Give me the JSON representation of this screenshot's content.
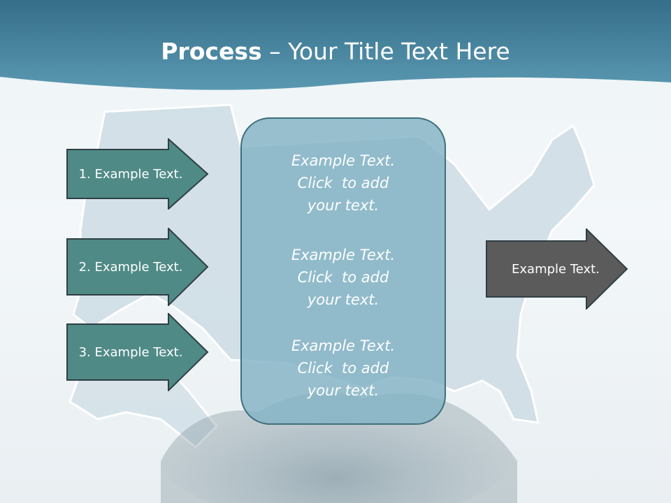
{
  "slide": {
    "title_bold": "Process",
    "title_rest": " – Your Title Text Here"
  },
  "left_arrows": [
    {
      "label": "1. Example Text."
    },
    {
      "label": "2. Example Text."
    },
    {
      "label": "3. Example Text."
    }
  ],
  "center_blocks": [
    {
      "line1": "Example Text.",
      "line2": "Click  to add",
      "line3": "your text."
    },
    {
      "line1": "Example Text.",
      "line2": "Click  to add",
      "line3": "your text."
    },
    {
      "line1": "Example Text.",
      "line2": "Click  to add",
      "line3": "your text."
    }
  ],
  "right_arrow": {
    "label": "Example Text."
  },
  "colors": {
    "header": "#3f7d96",
    "left_arrow_fill": "#4f8a86",
    "arrow_stroke": "#2f3f44",
    "right_arrow_fill": "#5b5b5b",
    "center_box_fill": "#82b2c4"
  }
}
